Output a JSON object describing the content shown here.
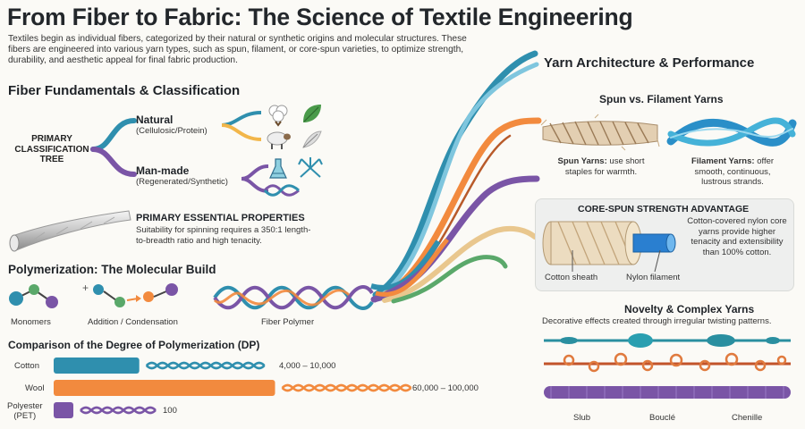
{
  "title": "From Fiber to Fabric: The Science of Textile Engineering",
  "intro": "Textiles begin as individual fibers, categorized by their natural or synthetic origins and molecular structures. These fibers are engineered into various yarn types, such as spun, filament, or core-spun varieties, to optimize strength, durability, and aesthetic appeal for final fabric production.",
  "fiber_section": {
    "heading": "Fiber Fundamentals & Classification",
    "tree_label": "PRIMARY CLASSIFICATION TREE",
    "natural": {
      "title": "Natural",
      "subtitle": "(Cellulosic/Protein)"
    },
    "manmade": {
      "title": "Man-made",
      "subtitle": "(Regenerated/Synthetic)"
    },
    "properties_title": "PRIMARY ESSENTIAL PROPERTIES",
    "properties_text": "Suitability for spinning requires a 350:1 length-to-breadth ratio and high tenacity."
  },
  "polymer_section": {
    "heading": "Polymerization: The Molecular Build",
    "monomers": "Monomers",
    "addition": "Addition / Condensation",
    "fiber_polymer": "Fiber Polymer"
  },
  "dp_section": {
    "heading": "Comparison of the Degree of Polymerization (DP)",
    "rows": [
      {
        "label": "Cotton",
        "value_text": "4,000 – 10,000",
        "color": "#2f8fae",
        "fraction": 0.29
      },
      {
        "label": "Wool",
        "value_text": "60,000 – 100,000",
        "color": "#f28a3e",
        "fraction": 0.75
      },
      {
        "label": "Polyester (PET)",
        "label_line1": "Polyester",
        "label_line2": "(PET)",
        "value_text": "100",
        "color": "#7a55a6",
        "fraction": 0.06
      }
    ]
  },
  "yarn_section": {
    "heading": "Yarn Architecture & Performance",
    "spun_vs_filament": "Spun vs. Filament Yarns",
    "spun_bold": "Spun Yarns:",
    "spun_text": "use short staples for warmth.",
    "filament_bold": "Filament Yarns:",
    "filament_text": "offer smooth, continuous, lustrous strands.",
    "core_title": "CORE-SPUN STRENGTH ADVANTAGE",
    "core_text": "Cotton-covered nylon core yarns provide higher tenacity and extensibility than 100% cotton.",
    "cotton_sheath": "Cotton sheath",
    "nylon_filament": "Nylon filament",
    "novelty_heading": "Novelty & Complex Yarns",
    "novelty_text": "Decorative effects created through irregular twisting patterns.",
    "novelty_labels": [
      "Slub",
      "Bouclé",
      "Chenille"
    ]
  },
  "colors": {
    "teal": "#2f8fae",
    "orange": "#f28a3e",
    "purple": "#7a55a6",
    "green": "#5aa86a",
    "nylon_blue": "#2a7fd0"
  }
}
